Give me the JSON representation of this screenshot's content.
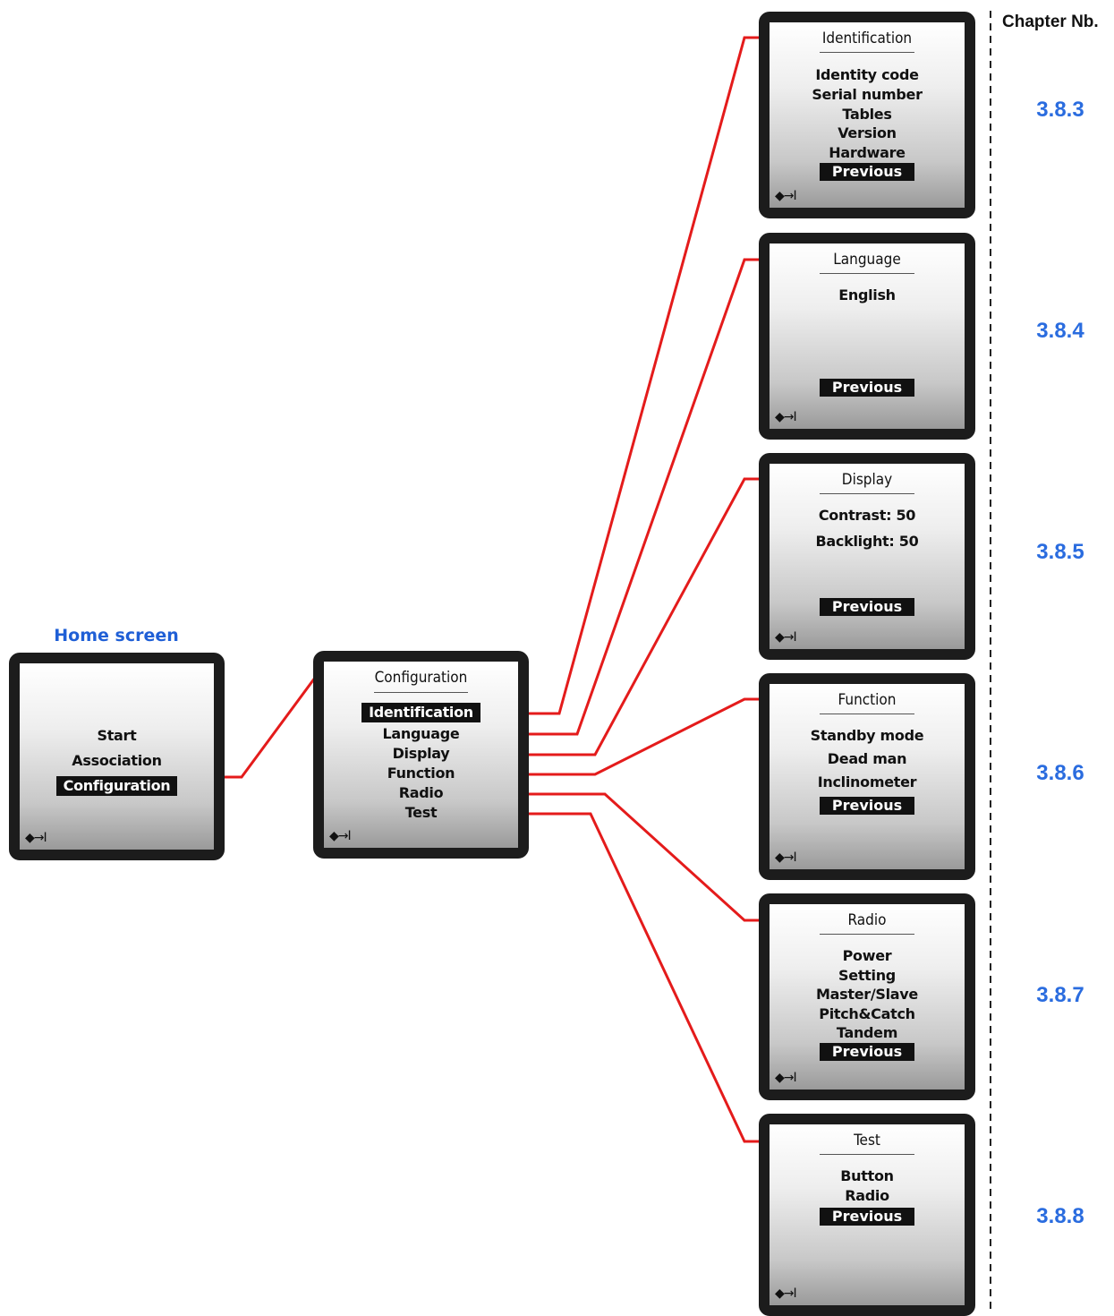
{
  "header": {
    "chapter_label": "Chapter Nb."
  },
  "home": {
    "caption": "Home screen",
    "items": [
      "Start",
      "Association"
    ],
    "selected": "Configuration"
  },
  "configuration": {
    "title": "Configuration",
    "selected": "Identification",
    "items": [
      "Language",
      "Display",
      "Function",
      "Radio",
      "Test"
    ]
  },
  "submenus": {
    "identification": {
      "title": "Identification",
      "items": [
        "Identity code",
        "Serial number",
        "Tables",
        "Version",
        "Hardware"
      ],
      "previous": "Previous",
      "chapter": "3.8.3"
    },
    "language": {
      "title": "Language",
      "items": [
        "English"
      ],
      "previous": "Previous",
      "chapter": "3.8.4"
    },
    "display": {
      "title": "Display",
      "items": [
        "Contrast: 50",
        "Backlight: 50"
      ],
      "previous": "Previous",
      "chapter": "3.8.5"
    },
    "function": {
      "title": "Function",
      "items": [
        "Standby mode",
        "Dead man",
        "Inclinometer"
      ],
      "previous": "Previous",
      "chapter": "3.8.6"
    },
    "radio": {
      "title": "Radio",
      "items": [
        "Power",
        "Setting",
        "Master/Slave",
        "Pitch&Catch",
        "Tandem"
      ],
      "previous": "Previous",
      "chapter": "3.8.7"
    },
    "test": {
      "title": "Test",
      "items": [
        "Button",
        "Radio"
      ],
      "previous": "Previous",
      "chapter": "3.8.8"
    }
  },
  "nav_icon": "◆→I",
  "colors": {
    "arrow": "#e41b1b",
    "chapter": "#2a6cdf",
    "frame": "#1c1c1c"
  }
}
